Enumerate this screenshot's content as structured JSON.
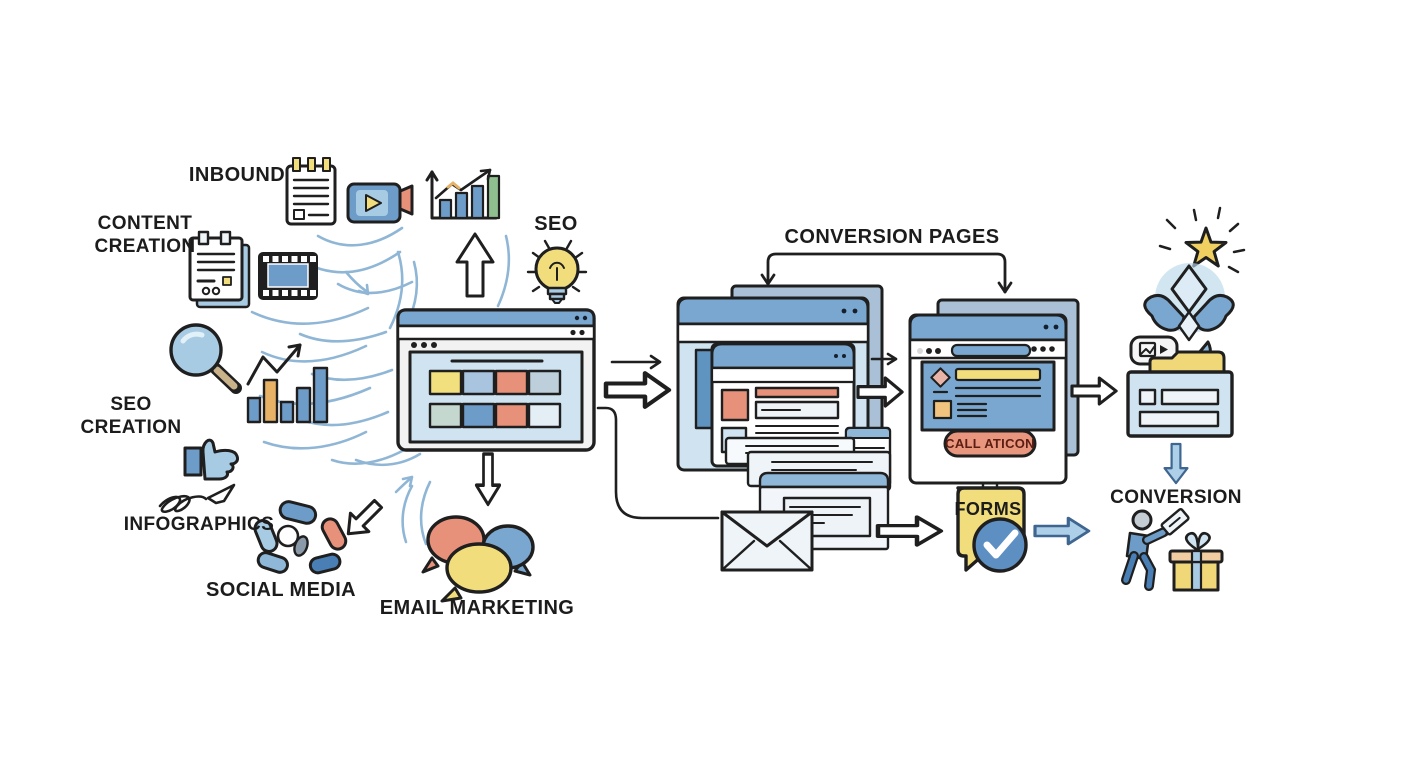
{
  "title": "Inbound marketing conversion funnel diagram",
  "background": "#ffffff",
  "colors": {
    "ink": "#1f1f1f",
    "titlebar": "#7aa7cf",
    "panel": "#cfe4f0",
    "back_card": "#a9c0d6",
    "steel": "#6d9cc9",
    "salmon": "#e8917a",
    "yellow": "#f2dd7c",
    "orange": "#e8b266",
    "green": "#8fbf8f",
    "wavy": "#90b6d6",
    "light_blue": "#a8cbe4",
    "pale": "#eef4f8",
    "arrow_blue": "#aecfe8",
    "check_blue": "#5e8fc2",
    "button_salmon": "#e8967e",
    "button_text": "#5c1d12",
    "gift_yellow": "#f0d878",
    "lid_peach": "#f2cda2",
    "star_yellow": "#f0d060",
    "label": "#1c1c1c"
  },
  "labels": {
    "inbound": "INBOUND",
    "content_creation": [
      "CONTENT",
      "CREATION"
    ],
    "seo": "SEO",
    "seo_creation": [
      "SEO",
      "CREATION"
    ],
    "infographics": "INFOGRAPHICS",
    "social_media": "SOCIAL MEDIA",
    "email_marketing": "EMAIL MARKETING",
    "conversion_pages": "CONVERSION PAGES",
    "call_to_action": "CALL ATICON",
    "forms": "FORMS",
    "conversion": "CONVERSION"
  },
  "diagram": {
    "flow": [
      "inbound sources (content creation, SEO creation, infographics, social media, email marketing)",
      "website",
      "conversion pages",
      "call to action page",
      "forms",
      "conversion"
    ],
    "icons": [
      "notepad-icon",
      "video-camera-icon",
      "document-icon",
      "film-frame-icon",
      "growth-chart-icon",
      "up-arrow-icon",
      "lightbulb-icon",
      "magnifier-icon",
      "bar-chart-icon",
      "thumbs-up-icon",
      "signature-icon",
      "social-network-icon",
      "down-left-arrow-icon",
      "browser-window-icon",
      "down-arrow-icon",
      "speech-bubbles-icon",
      "stacked-pages-icon",
      "envelope-icon",
      "cta-window-icon",
      "forms-badge-icon",
      "check-icon",
      "star-icon",
      "trophy-hands-icon",
      "chat-bubble-icon",
      "folder-icon",
      "lead-card-icon",
      "person-gift-icon"
    ]
  }
}
